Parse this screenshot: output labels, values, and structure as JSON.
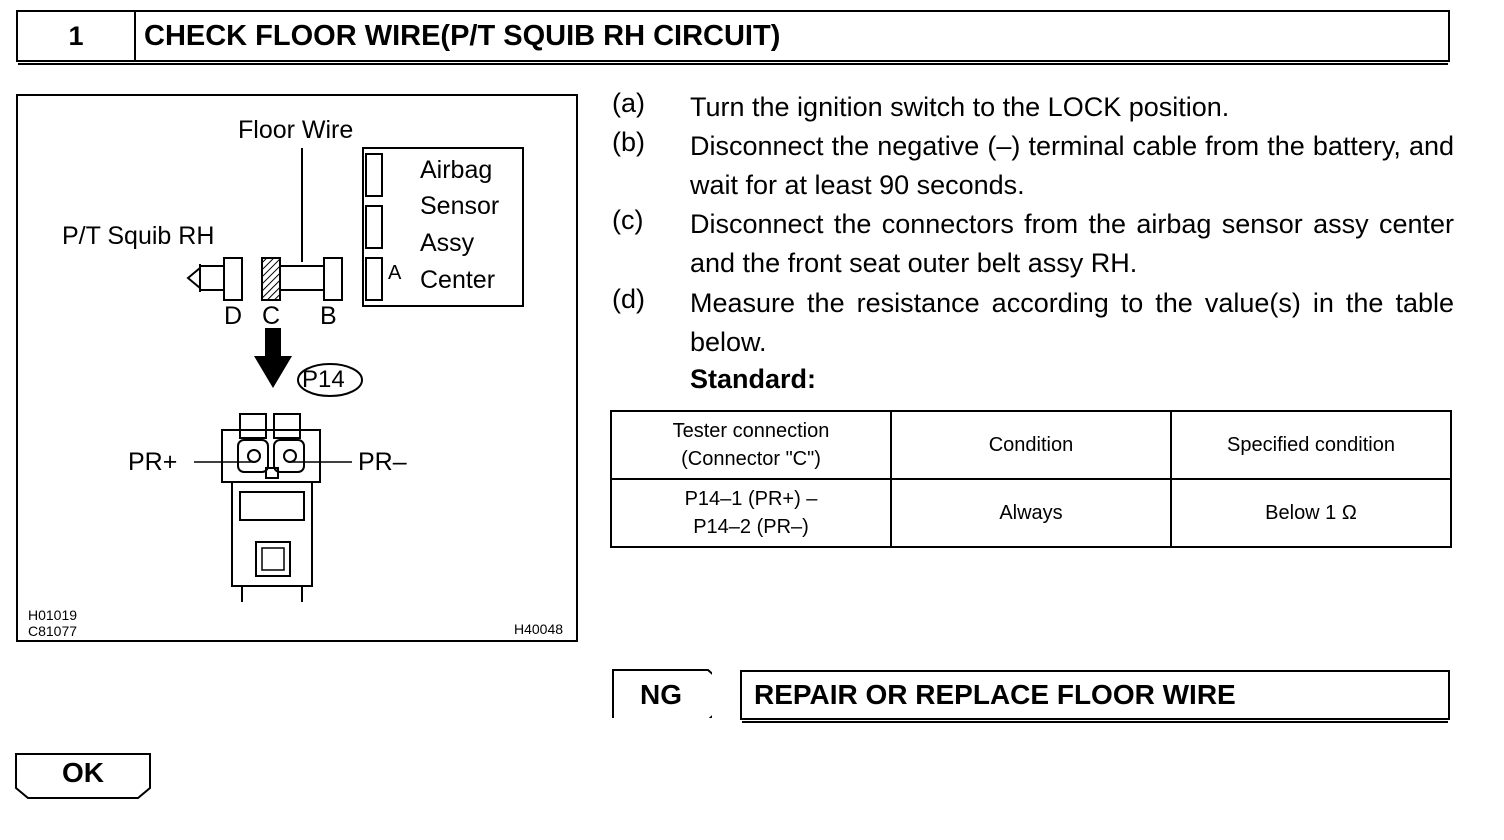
{
  "step": {
    "number": "1",
    "title": "CHECK FLOOR WIRE(P/T SQUIB RH CIRCUIT)"
  },
  "figure": {
    "labels": {
      "floor_wire": "Floor Wire",
      "airbag": "Airbag",
      "sensor": "Sensor",
      "assy": "Assy",
      "center": "Center",
      "connector_a": "A",
      "pt_squib_rh": "P/T Squib RH",
      "connector_d": "D",
      "connector_c": "C",
      "connector_b": "B",
      "p14": "P14",
      "pr_plus": "PR+",
      "pr_minus": "PR–"
    },
    "codes": {
      "code1": "H01019",
      "code2": "C81077",
      "code3": "H40048"
    }
  },
  "instructions": [
    {
      "letter": "(a)",
      "text": "Turn the ignition switch to the LOCK position."
    },
    {
      "letter": "(b)",
      "text": "Disconnect the negative (–) terminal cable from the battery, and wait for at least 90 seconds."
    },
    {
      "letter": "(c)",
      "text": "Disconnect the connectors from the airbag sensor assy center and the front seat outer belt assy RH."
    },
    {
      "letter": "(d)",
      "text": "Measure the resistance according to the value(s) in the table below."
    }
  ],
  "standard_label": "Standard:",
  "table": {
    "headers": [
      "Tester connection (Connector \"C\")",
      "Condition",
      "Specified condition"
    ],
    "header_line1": "Tester connection",
    "header_line2": "(Connector \"C\")",
    "row": {
      "connection_line1": "P14–1 (PR+) –",
      "connection_line2": "P14–2 (PR–)",
      "condition": "Always",
      "specified": "Below 1 Ω"
    }
  },
  "ng": {
    "label": "NG",
    "result": "REPAIR OR REPLACE FLOOR WIRE"
  },
  "ok": {
    "label": "OK"
  }
}
